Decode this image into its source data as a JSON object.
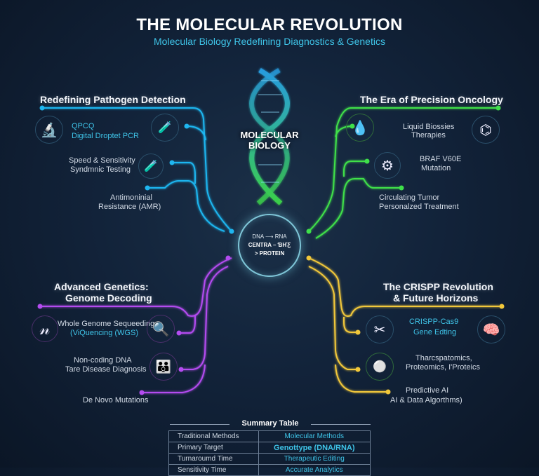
{
  "title": "THE MOLECULAR REVOLUTION",
  "subtitle": "Molecular Biology Redefining Diagnostics & Genetics",
  "center": {
    "helix_label": "MOLECULAR BIOLOGY",
    "hub_line1": "DNA ⟶ RNA",
    "hub_line2": "CENTRA – ƁҤƸ",
    "hub_line3": "> PROTEIN"
  },
  "colors": {
    "pathogen": "#1fb6f0",
    "oncology": "#3fe04a",
    "genetics": "#b44cf0",
    "crispr": "#f2c83a"
  },
  "pathogen": {
    "heading": "Redefining Pathogen Detection",
    "item1_a": "QPCQ",
    "item1_b": "Digital Droptet PCR",
    "item2_a": "Speed & Sensitivity",
    "item2_b": "Syndmnic Testing",
    "item3_a": "Antimoninial",
    "item3_b": "Resistance (AMR)"
  },
  "oncology": {
    "heading": "The Era of Precision Oncology",
    "item1_a": "Liquid Biossies",
    "item1_b": "Therapies",
    "item2_a": "BRAF V60E",
    "item2_b": "Mutation",
    "item3_a": "Circulating Tumor",
    "item3_b": "Personalzed Treatment"
  },
  "genetics": {
    "heading_a": "Advanced Genetics:",
    "heading_b": "Genome Decoding",
    "item1_a": "Whole Genome Sequeeding",
    "item1_b": "(ViQuencing (WGS)",
    "item2_a": "Non-coding DNA",
    "item2_b": "Tare Disease Diagnosis",
    "item3": "De Novo Mutations"
  },
  "crispr": {
    "heading_a": "The CRISPP Revolution",
    "heading_b": "& Future Horizons",
    "item1_a": "CRISPP-Cas9",
    "item1_b": "Gene Edting",
    "item2_a": "Tharcspatomics,",
    "item2_b": "Proteomics, I'Proteics",
    "item3_a": "Predictive AI",
    "item3_b": "AI & Data Algorthms)"
  },
  "summary": {
    "title": "Summary Table",
    "rows": [
      [
        "Traditional Methods",
        "Molecular Methods"
      ],
      [
        "Primary Target",
        "Genottype (DNA/RNA)"
      ],
      [
        "Turnaroumd Time",
        "Therapeutic Editing"
      ],
      [
        "Sensitivity Time",
        "Accurate Analytics"
      ]
    ]
  }
}
